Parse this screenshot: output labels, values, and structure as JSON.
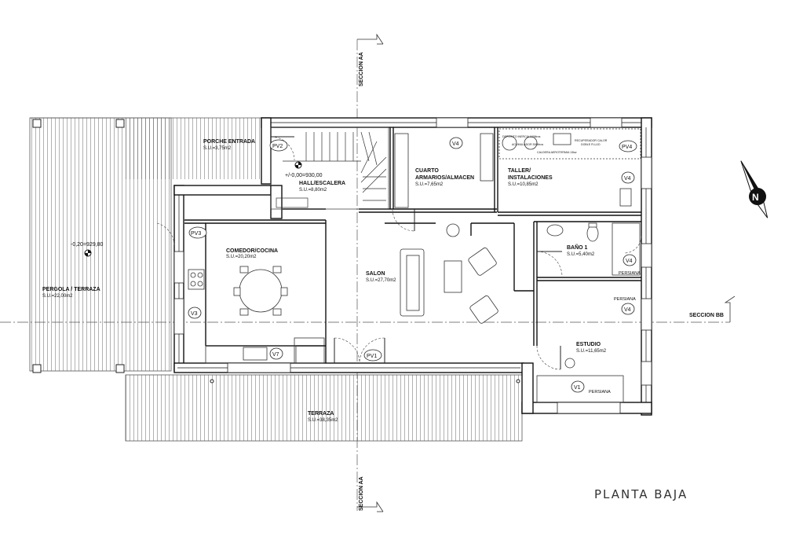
{
  "title": "PLANTA BAJA",
  "sections": {
    "aa": "SECCION AA",
    "bb": "SECCION BB"
  },
  "rooms": {
    "porche": {
      "name": "PORCHE ENTRADA",
      "area": "S.U.=3,75m2"
    },
    "hall": {
      "name": "HALL/ESCALERA",
      "area": "S.U.=8,80m2"
    },
    "cuarto": {
      "name1": "CUARTO",
      "name2": "ARMARIOS/ALMACEN",
      "area": "S.U.=7,65m2"
    },
    "taller": {
      "name1": "TALLER/",
      "name2": "INSTALACIONES",
      "area": "S.U.=10,85m2"
    },
    "comedor": {
      "name": "COMEDOR/COCINA",
      "area": "S.U.=20,20m2"
    },
    "salon": {
      "name": "SALON",
      "area": "S.U.=27,70m2"
    },
    "bano": {
      "name": "BAÑO 1",
      "area": "S.U.=5,40m2"
    },
    "estudio": {
      "name": "ESTUDIO",
      "area": "S.U.=11,65m2"
    },
    "pergola": {
      "name": "PERGOLA / TERRAZA",
      "area": "S.U.=22,00m2"
    },
    "terraza": {
      "name": "TERRAZA",
      "area": "S.U.=38,35m2"
    }
  },
  "levels": {
    "entry": "+/-0,00=930,00",
    "pergola": "-0,20=929,80"
  },
  "openings": {
    "pv2": "PV2",
    "pv3": "PV3",
    "pv4": "PV4",
    "pv1": "PV1",
    "v4a": "V4",
    "v4b": "V4",
    "v4c": "V4",
    "v4d": "V4",
    "v3": "V3",
    "v7": "V7",
    "v1": "V1"
  },
  "persiana": {
    "bano": "PERSIANA",
    "estudio_top": "PERSIANA",
    "estudio_bottom": "PERSIANA"
  },
  "taller_equipment": {
    "deposito": "DEPOSITO INERCIA 100litros",
    "acumulador": "ACUMULADOR 300litros",
    "recuperador": "RECUPERADOR CALOR",
    "doble_flujo": "DOBLE FLUJO",
    "caldera": "CALDERA AEROTERMIA 13kw"
  },
  "north": "N"
}
